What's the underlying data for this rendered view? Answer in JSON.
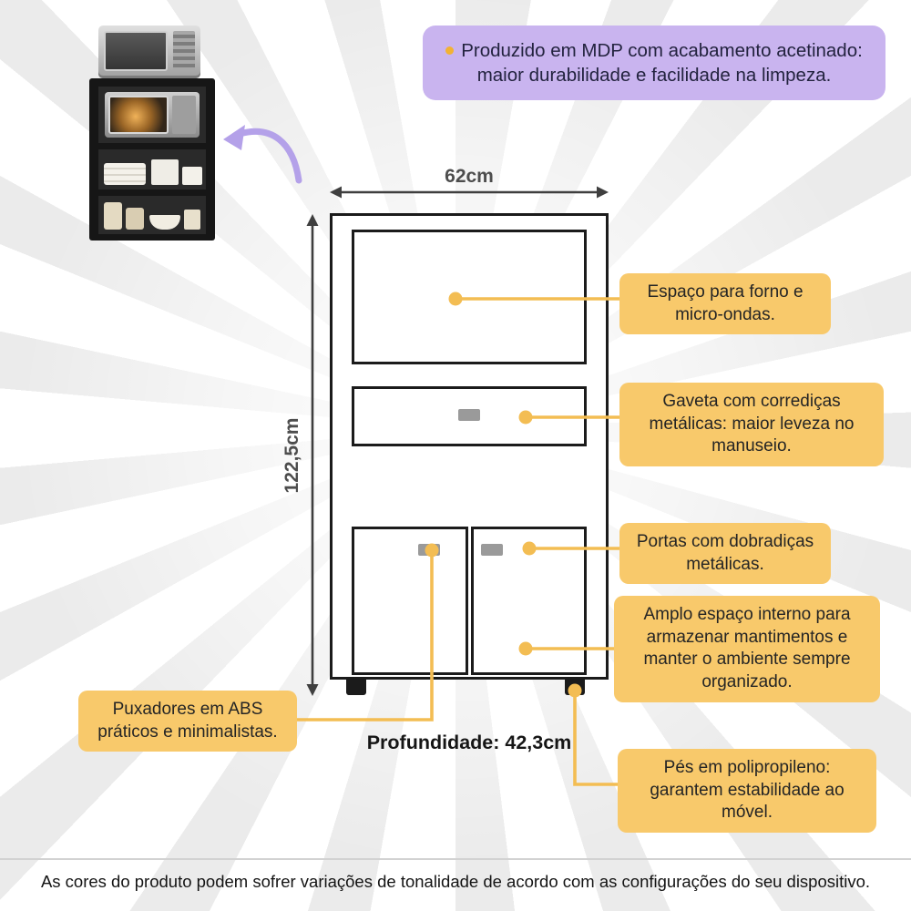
{
  "colors": {
    "callout_bg": "#F8C96B",
    "note_bg": "#C9B4EF",
    "connector": "#F3BD53",
    "dimension_lines": "#3F3F3F",
    "purple_arrow": "#B4A1E9",
    "diagram_line": "#1B1B1B"
  },
  "note": {
    "bullet": "bullet-dot-icon",
    "text": "Produzido em MDP com acabamento acetinado: maior durabilidade e facilidade na limpeza."
  },
  "dimensions": {
    "width": "62cm",
    "height": "122,5cm",
    "depth": "Profundidade: 42,3cm"
  },
  "callouts": [
    {
      "id": "microwave-space",
      "text": "Espaço para forno e micro-ondas."
    },
    {
      "id": "drawer-slides",
      "text": "Gaveta com corrediças metálicas: maior leveza no manuseio."
    },
    {
      "id": "door-hinges",
      "text": "Portas com dobradiças metálicas."
    },
    {
      "id": "internal-space",
      "text": "Amplo espaço interno para armazenar mantimentos e manter o ambiente sempre organizado."
    },
    {
      "id": "feet",
      "text": "Pés em polipropileno: garantem estabilidade ao móvel."
    },
    {
      "id": "handles",
      "text": "Puxadores em ABS práticos e minimalistas."
    }
  ],
  "footer": {
    "text": "As cores do produto podem sofrer variações de tonalidade de acordo com as configurações do seu dispositivo."
  }
}
